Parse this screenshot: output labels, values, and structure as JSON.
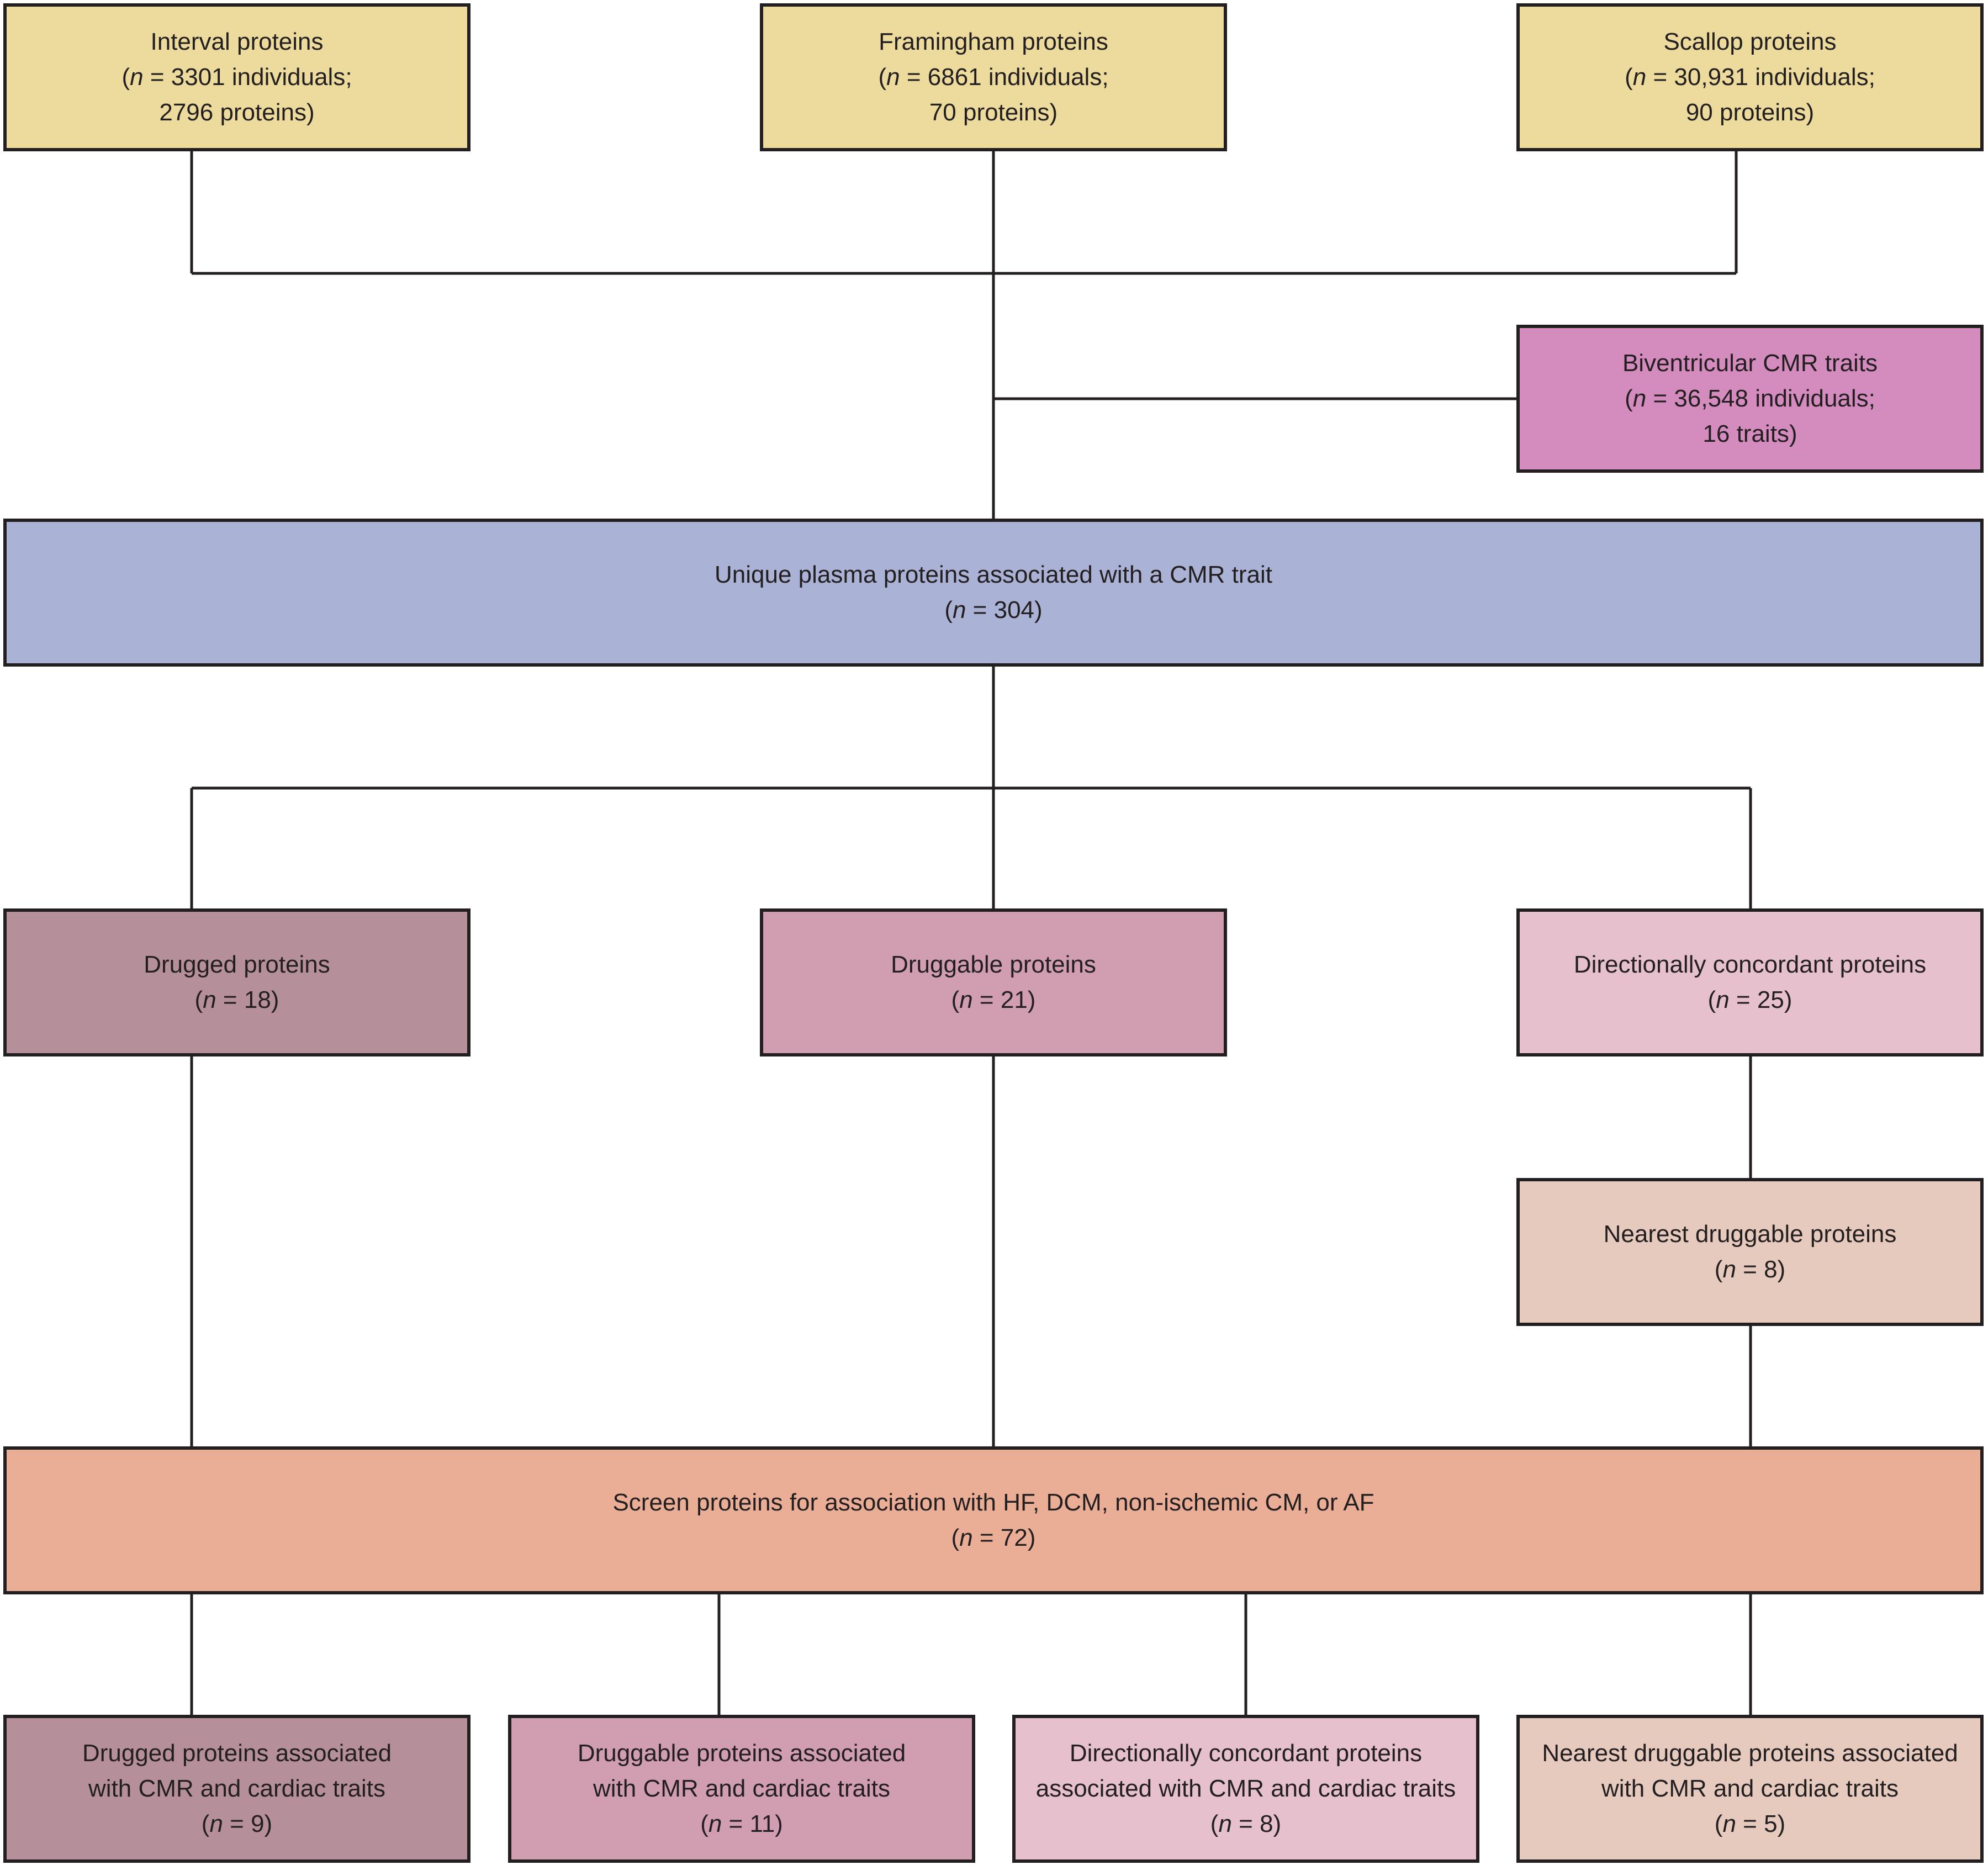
{
  "diagram": {
    "sources": [
      {
        "title": "Interval proteins",
        "n_value": "3301 individuals;",
        "detail": "2796 proteins)"
      },
      {
        "title": "Framingham proteins",
        "n_value": "6861 individuals;",
        "detail": "70 proteins)"
      },
      {
        "title": "Scallop proteins",
        "n_value": "30,931 individuals;",
        "detail": "90 proteins)"
      }
    ],
    "cmr_traits": {
      "title": "Biventricular CMR traits",
      "n_value": "36,548 individuals;",
      "detail": "16 traits)"
    },
    "unique_proteins": {
      "title": "Unique plasma proteins associated with a CMR trait",
      "n_value": "304)"
    },
    "categories": [
      {
        "title": "Drugged proteins",
        "n_value": "18)"
      },
      {
        "title": "Druggable proteins",
        "n_value": "21)"
      },
      {
        "title": "Directionally concordant proteins",
        "n_value": "25)"
      }
    ],
    "nearest_druggable": {
      "title": "Nearest druggable proteins",
      "n_value": "8)"
    },
    "screen": {
      "title": "Screen proteins for association with HF, DCM, non-ischemic CM, or AF",
      "n_value": "72)"
    },
    "results": [
      {
        "line1": "Drugged proteins associated",
        "line2": "with CMR and cardiac traits",
        "n_value": "9)"
      },
      {
        "line1": "Druggable proteins associated",
        "line2": "with CMR and cardiac traits",
        "n_value": "11)"
      },
      {
        "line1": "Directionally concordant proteins",
        "line2": "associated with CMR and cardiac traits",
        "n_value": "8)"
      },
      {
        "line1": "Nearest druggable proteins associated",
        "line2": "with CMR and cardiac traits",
        "n_value": "5)"
      }
    ],
    "n_prefix": "(",
    "n_symbol": "n",
    "n_equals": " = ",
    "colors": {
      "sources": "#ecdb9c",
      "cmr_traits": "#d48bbe",
      "unique_proteins": "#aab2d6",
      "drugged": "#b5909b",
      "druggable": "#d19db0",
      "concordant": "#e6c1cd",
      "nearest": "#e7cabe",
      "screen": "#eaad95",
      "stroke": "#231f20"
    }
  }
}
